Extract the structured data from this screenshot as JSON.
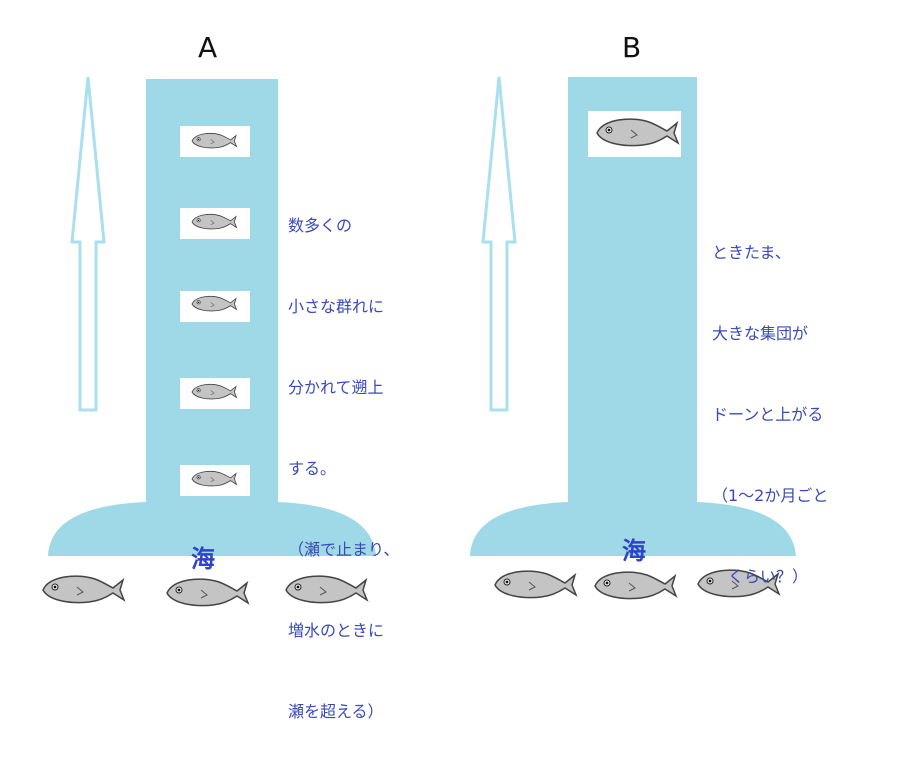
{
  "panel_a": {
    "label": "A",
    "note_lines": [
      "数多くの",
      "小さな群れに",
      "分かれて遡上",
      "する。",
      "（瀬で止まり、",
      "増水のときに",
      "瀬を超える）"
    ],
    "sea_label": "海"
  },
  "panel_b": {
    "label": "B",
    "note_lines": [
      "ときたま、",
      "大きな集団が",
      "ドーンと上がる",
      "（1～2か月ごと",
      "　くらい？）"
    ],
    "sea_label": "海"
  },
  "colors": {
    "river": "#9fd9e8",
    "arrow_stroke": "#a9dff0",
    "fish_fill": "#c4c4c4",
    "fish_stroke": "#444444",
    "text_accent": "#3a4ab8",
    "sea_text": "#2f43c9"
  },
  "icons": [
    "upstream-arrow-icon",
    "fish-icon"
  ]
}
